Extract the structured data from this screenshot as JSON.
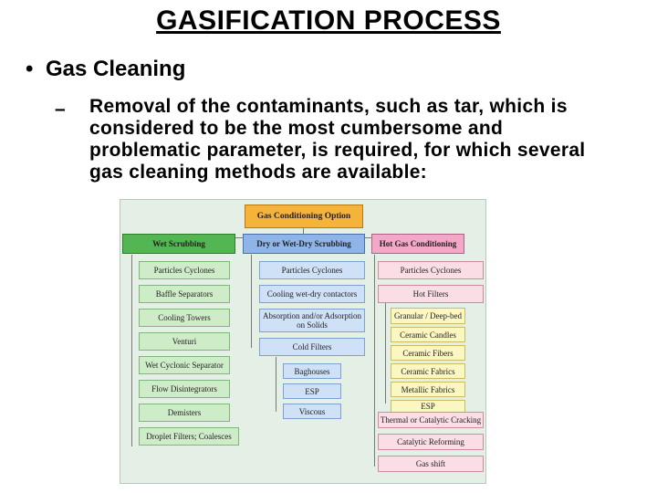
{
  "title": "GASIFICATION PROCESS",
  "bullet": "Gas Cleaning",
  "bullet_symbol": "•",
  "dash": "–",
  "paragraph_lines": [
    "Removal of the contaminants, such as tar, which is",
    "considered to be the most cumbersome and",
    "problematic parameter, is required, for which several",
    "gas cleaning methods are available:"
  ],
  "diagram": {
    "root": "Gas Conditioning Option",
    "headers": [
      "Wet Scrubbing",
      "Dry or Wet-Dry Scrubbing",
      "Hot Gas Conditioning"
    ],
    "wet": [
      "Particles Cyclones",
      "Baffle Separators",
      "Cooling Towers",
      "Venturi",
      "Wet Cyclonic Separator",
      "Flow Disintegrators",
      "Demisters",
      "Droplet Filters; Coalesces"
    ],
    "dry": [
      "Particles Cyclones",
      "Cooling wet-dry contactors",
      "Absorption and/or Adsorption on Solids",
      "Cold Filters"
    ],
    "dry_sub": [
      "Baghouses",
      "ESP",
      "Viscous"
    ],
    "hot": [
      "Particles Cyclones",
      "Hot Filters"
    ],
    "hot_sub": [
      "Granular / Deep-bed",
      "Ceramic Candles",
      "Ceramic Fibers",
      "Ceramic Fabrics",
      "Metallic Fabrics",
      "ESP"
    ],
    "hot_rest": [
      "Thermal or Catalytic Cracking",
      "Catalytic Reforming",
      "Gas shift"
    ],
    "colors": {
      "root": "#f6b33b",
      "wet": "#53b653",
      "dry": "#8fb4e8",
      "hot": "#f4a8c8",
      "background": "#e4efe6"
    }
  }
}
